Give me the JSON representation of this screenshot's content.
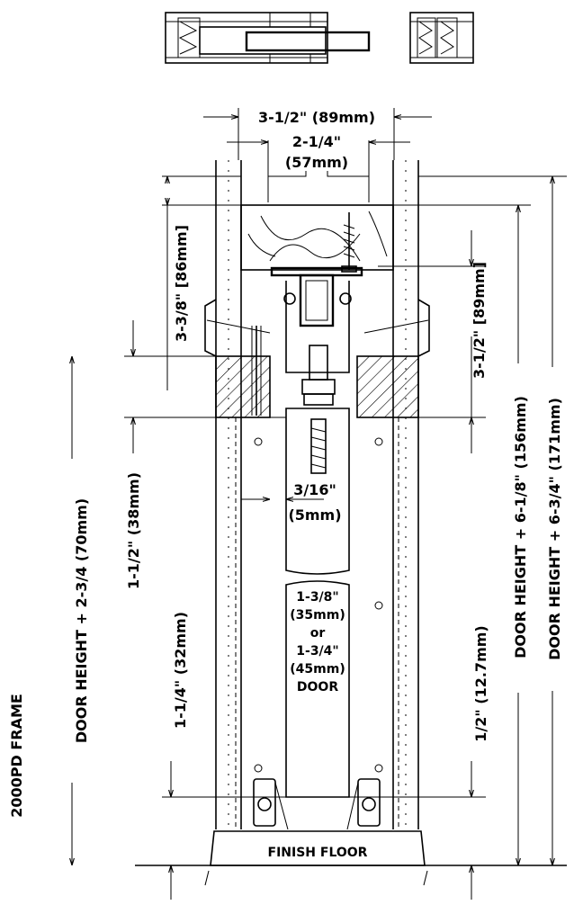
{
  "dims": {
    "top_width": "3-1/2\" (89mm)",
    "inner_width_line1": "2-1/4\"",
    "inner_width_line2": "(57mm)",
    "left_86": "3-3/8\" [86mm]",
    "right_89": "3-1/2\" [89mm]",
    "left_38": "1-1/2\" (38mm)",
    "left_70": "DOOR HEIGHT + 2-3/4 (70mm)",
    "left_32": "1-1/4\" (32mm)",
    "gap_line1": "3/16\"",
    "gap_line2": "(5mm)",
    "right_127": "1/2\" (12.7mm)",
    "right_156": "DOOR HEIGHT + 6-1/8\" (156mm)",
    "right_171": "DOOR HEIGHT + 6-3/4\" (171mm)"
  },
  "door": {
    "line1": "1-3/8\"",
    "line2": "(35mm)",
    "line3": "or",
    "line4": "1-3/4\"",
    "line5": "(45mm)",
    "line6": "DOOR"
  },
  "floor_label": "FINISH FLOOR",
  "frame_label": "2000PD FRAME"
}
